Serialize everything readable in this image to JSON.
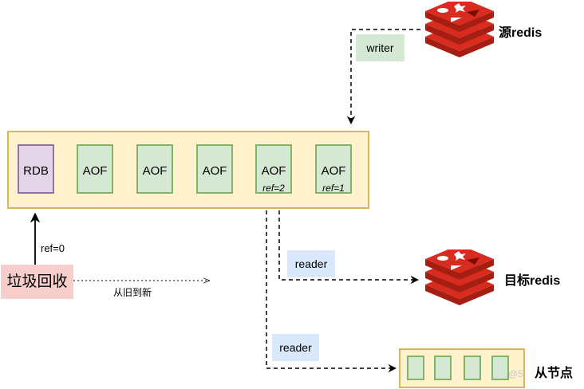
{
  "source_redis": {
    "label": "源redis",
    "icon": "redis-logo-icon"
  },
  "target_redis": {
    "label": "目标redis",
    "icon": "redis-logo-icon"
  },
  "replica": {
    "label": "从节点",
    "slots": 4
  },
  "writer_label": "writer",
  "reader_labels": [
    "reader",
    "reader"
  ],
  "queue": {
    "cells": [
      {
        "label": "RDB",
        "kind": "rdb",
        "ref": ""
      },
      {
        "label": "AOF",
        "kind": "aof",
        "ref": ""
      },
      {
        "label": "AOF",
        "kind": "aof",
        "ref": ""
      },
      {
        "label": "AOF",
        "kind": "aof",
        "ref": ""
      },
      {
        "label": "AOF",
        "kind": "aof",
        "ref": "ref=2"
      },
      {
        "label": "AOF",
        "kind": "aof",
        "ref": "ref=1"
      }
    ]
  },
  "gc": {
    "label": "垃圾回收",
    "ref": "ref=0",
    "direction": "从旧到新"
  },
  "watermark": "@5",
  "colors": {
    "queue_fill": "#fff2cc",
    "queue_border": "#d6b656",
    "aof_fill": "#d5e8d4",
    "aof_border": "#82b366",
    "rdb_fill": "#e1d5e7",
    "rdb_border": "#9673a6",
    "gc_fill": "#f8cecc",
    "reader_fill": "#dae8fc",
    "writer_fill": "#d5e8d4",
    "redis_red": "#d82c20"
  }
}
